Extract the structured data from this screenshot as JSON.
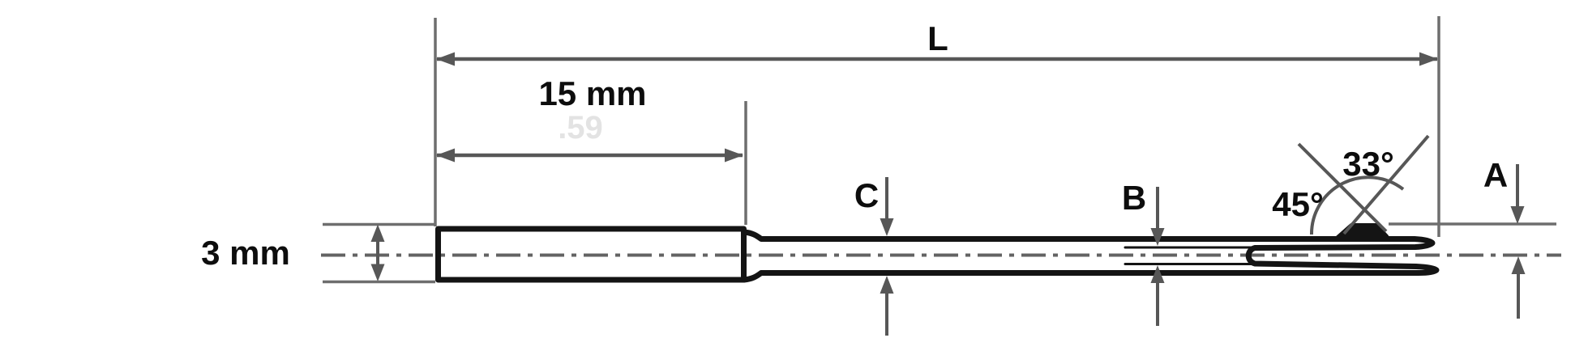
{
  "diagram": {
    "labels": {
      "overall_length": "L",
      "handle_length": "15 mm",
      "handle_diameter": "3 mm",
      "dim_c": "C",
      "dim_b": "B",
      "dim_a": "A",
      "angle_heel": "45°",
      "angle_tip": "33°",
      "ghost_watermark": ".59"
    },
    "colors": {
      "background": "#ffffff",
      "part_outline": "#141414",
      "dimension": "#575757",
      "extension": "#6e6e6e",
      "centerline": "#636363",
      "label_text": "#0d0d0d",
      "ghost_text": "#e3e3e3"
    }
  }
}
